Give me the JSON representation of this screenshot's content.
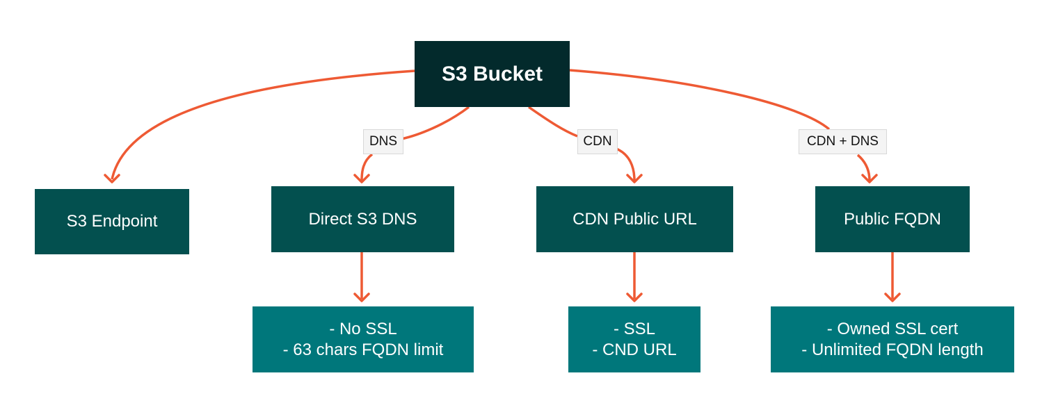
{
  "root": {
    "label": "S3 Bucket"
  },
  "edge_labels": {
    "dns": "DNS",
    "cdn": "CDN",
    "cdn_dns": "CDN + DNS"
  },
  "nodes": {
    "s3_endpoint": "S3 Endpoint",
    "direct_s3_dns": "Direct S3 DNS",
    "cdn_public_url": "CDN Public URL",
    "public_fqdn": "Public FQDN"
  },
  "notes": {
    "direct_s3_dns": [
      "- No SSL",
      "- 63 chars FQDN limit"
    ],
    "cdn_public_url": [
      "- SSL",
      "- CND URL"
    ],
    "public_fqdn": [
      "- Owned SSL cert",
      "- Unlimited FQDN length"
    ]
  },
  "colors": {
    "root_fill": "#032a2c",
    "node_fill": "#03504f",
    "note_fill": "#00777b",
    "arrow": "#ee5a34",
    "tag_fill": "#f4f4f4"
  }
}
